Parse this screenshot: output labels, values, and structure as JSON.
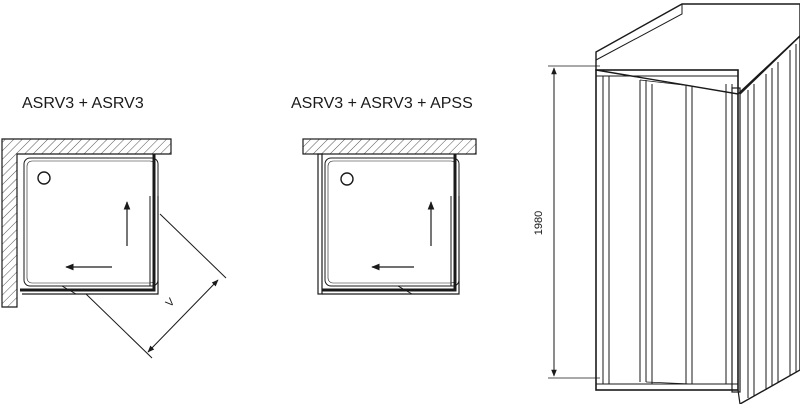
{
  "diagram": {
    "left_plan": {
      "label": "ASRV3 + ASRV3",
      "dimension_label": "V"
    },
    "middle_plan": {
      "label": "ASRV3 + ASRV3 + APSS"
    },
    "elevation": {
      "height_label": "1980"
    }
  }
}
